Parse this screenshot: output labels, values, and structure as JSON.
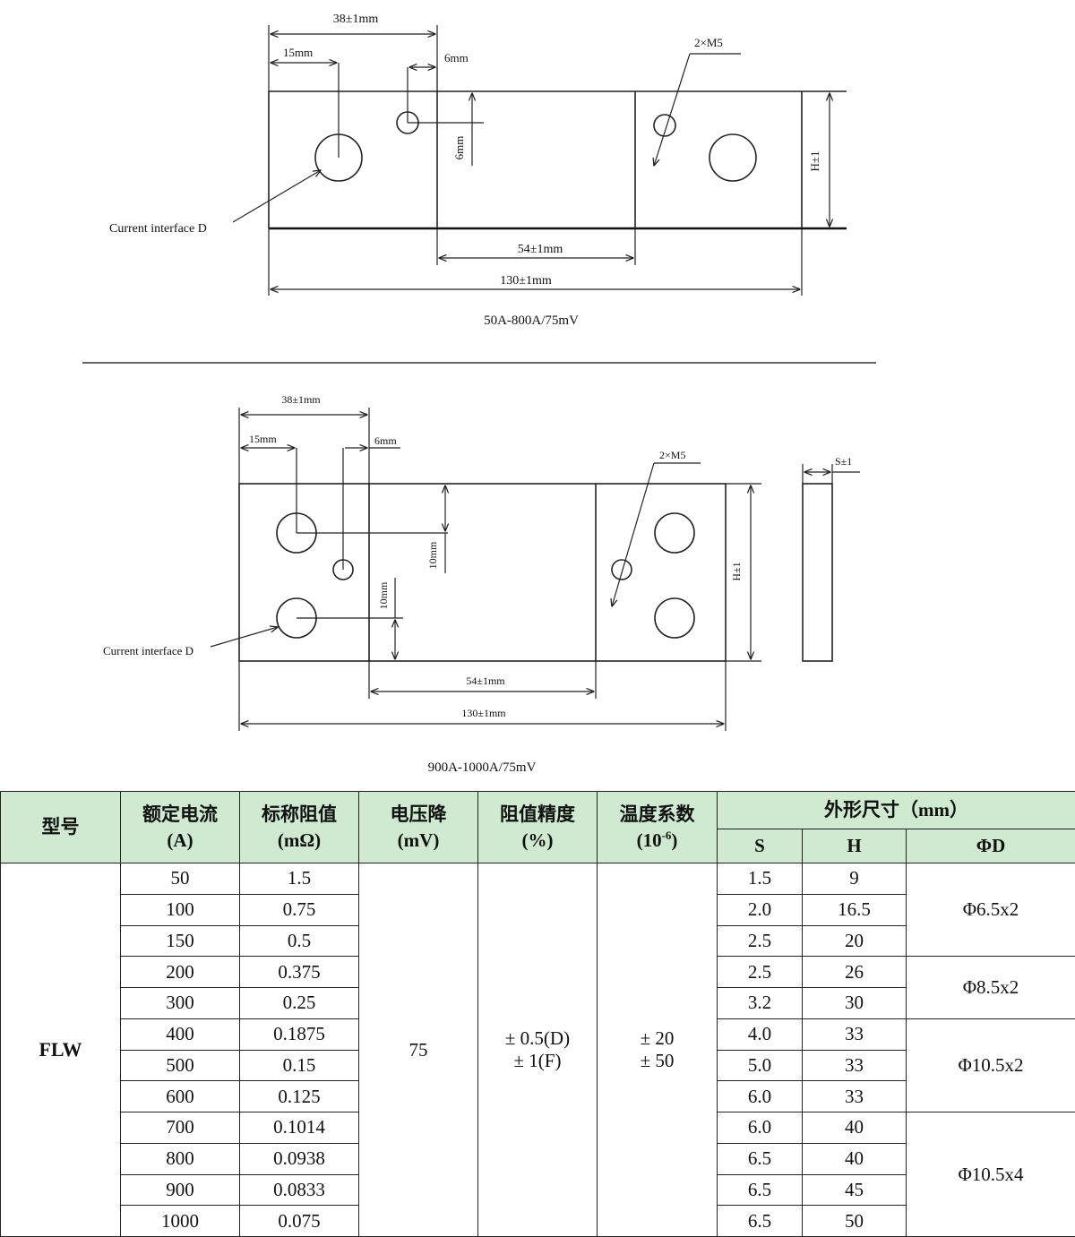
{
  "diagram_top": {
    "dim_38": "38±1mm",
    "dim_15": "15mm",
    "dim_6_horizontal": "6mm",
    "dim_6_vertical": "6mm",
    "thread": "2×M5",
    "height": "H±1",
    "current_interface": "Current interface D",
    "dim_54": "54±1mm",
    "dim_130": "130±1mm",
    "caption": "50A-800A/75mV"
  },
  "diagram_bottom": {
    "dim_38": "38±1mm",
    "dim_15": "15mm",
    "dim_6": "6mm",
    "thread": "2×M5",
    "thickness": "S±1",
    "dim_10_upper": "10mm",
    "dim_10_lower": "10mm",
    "height": "H±1",
    "current_interface": "Current interface D",
    "dim_54": "54±1mm",
    "dim_130": "130±1mm",
    "caption": "900A-1000A/75mV"
  },
  "table": {
    "headers": {
      "model": "型号",
      "rated_current": "额定电流",
      "rated_current_unit": "(A)",
      "resistance": "标称阻值",
      "resistance_unit": "(mΩ)",
      "voltage_drop": "电压降",
      "voltage_drop_unit": "(mV)",
      "accuracy": "阻值精度",
      "accuracy_unit": "(%)",
      "temp_coeff": "温度系数",
      "temp_coeff_unit_base": "(10",
      "temp_coeff_unit_exp": "-6",
      "temp_coeff_unit_end": ")",
      "dimensions": "外形尺寸（mm）",
      "dim_s": "S",
      "dim_h": "H",
      "dim_d": "ΦD"
    },
    "model": "FLW",
    "voltage_drop": "75",
    "accuracy_line1": "± 0.5(D)",
    "accuracy_line2": "± 1(F)",
    "temp_line1": "± 20",
    "temp_line2": "± 50",
    "rows": [
      {
        "current": "50",
        "resistance": "1.5",
        "s": "1.5",
        "h": "9"
      },
      {
        "current": "100",
        "resistance": "0.75",
        "s": "2.0",
        "h": "16.5"
      },
      {
        "current": "150",
        "resistance": "0.5",
        "s": "2.5",
        "h": "20"
      },
      {
        "current": "200",
        "resistance": "0.375",
        "s": "2.5",
        "h": "26"
      },
      {
        "current": "300",
        "resistance": "0.25",
        "s": "3.2",
        "h": "30"
      },
      {
        "current": "400",
        "resistance": "0.1875",
        "s": "4.0",
        "h": "33"
      },
      {
        "current": "500",
        "resistance": "0.15",
        "s": "5.0",
        "h": "33"
      },
      {
        "current": "600",
        "resistance": "0.125",
        "s": "6.0",
        "h": "33"
      },
      {
        "current": "700",
        "resistance": "0.1014",
        "s": "6.0",
        "h": "40"
      },
      {
        "current": "800",
        "resistance": "0.0938",
        "s": "6.5",
        "h": "40"
      },
      {
        "current": "900",
        "resistance": "0.0833",
        "s": "6.5",
        "h": "45"
      },
      {
        "current": "1000",
        "resistance": "0.075",
        "s": "6.5",
        "h": "50"
      }
    ],
    "phi_groups": [
      "Φ6.5x2",
      "Φ8.5x2",
      "Φ10.5x2",
      "Φ10.5x4"
    ]
  }
}
